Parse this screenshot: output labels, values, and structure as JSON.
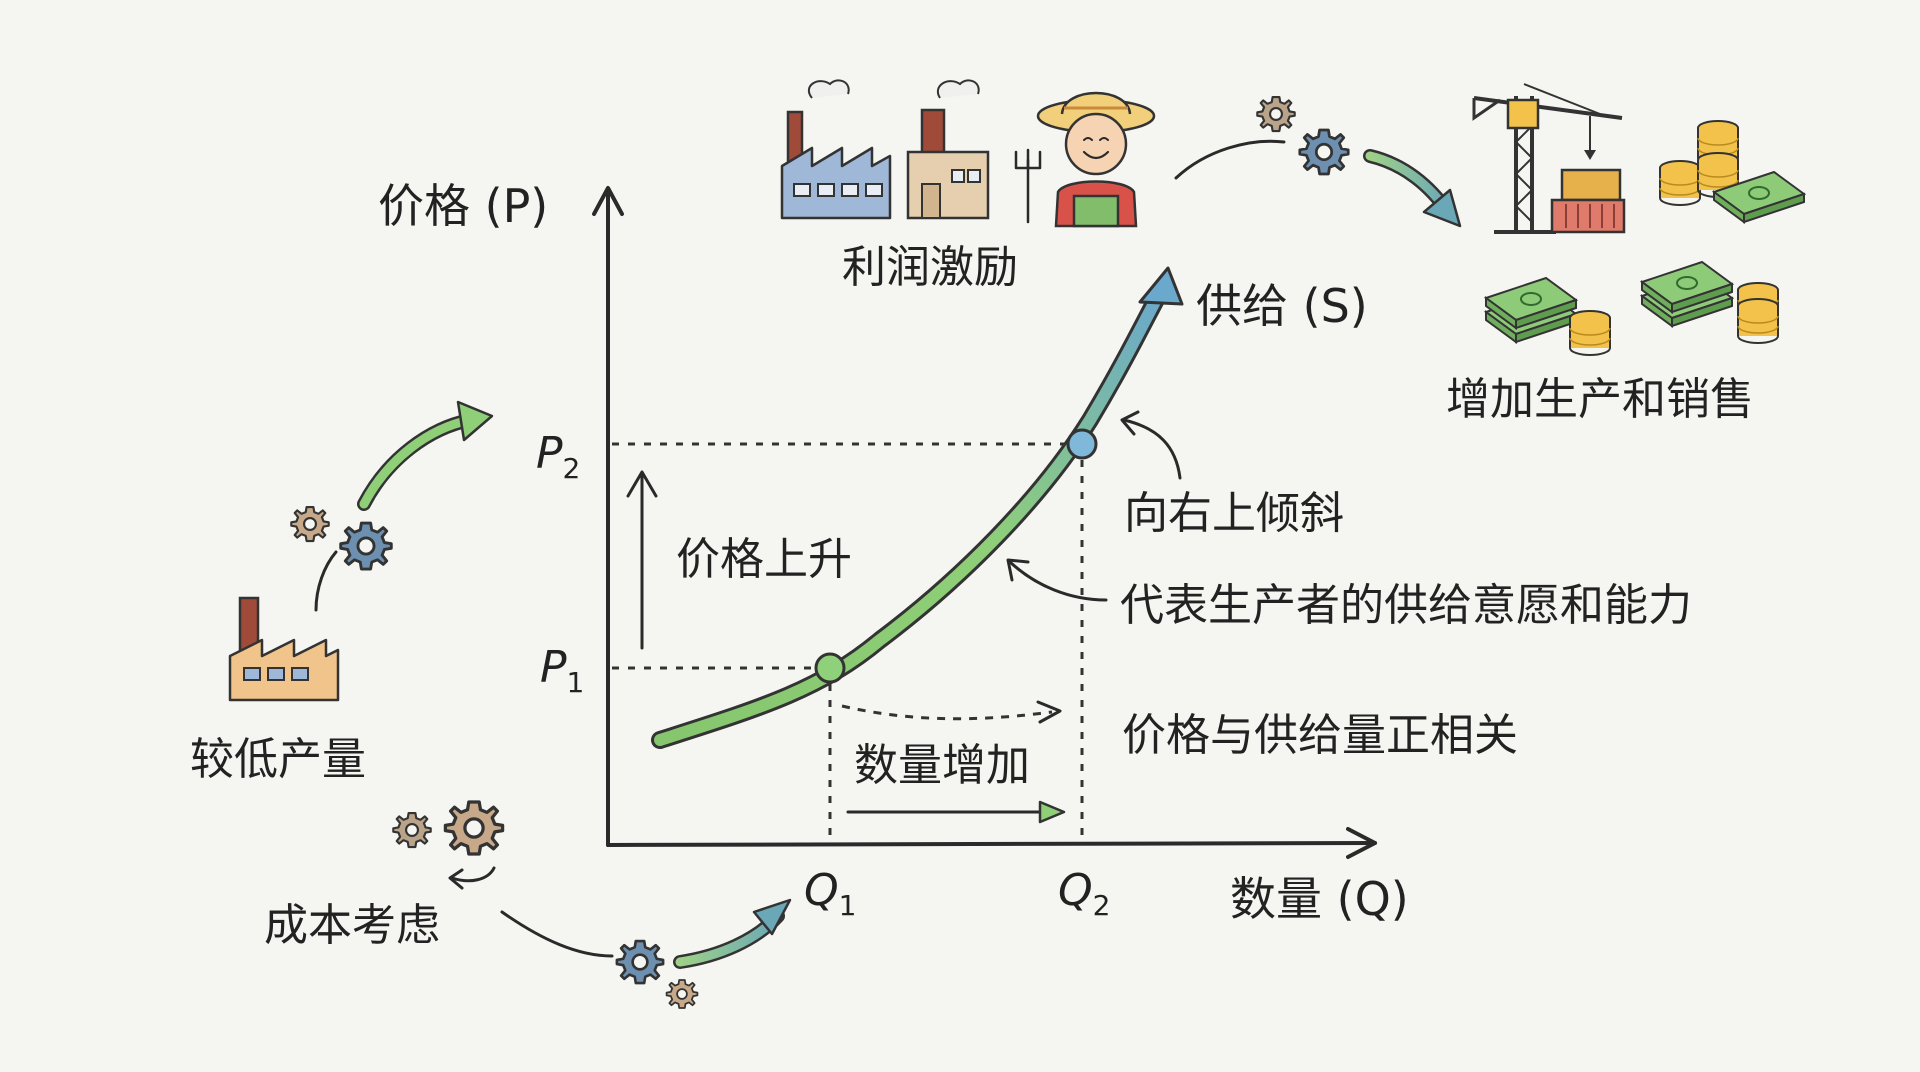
{
  "axes": {
    "y_label": "价格 (P)",
    "x_label": "数量 (Q)",
    "p1_letter": "P",
    "p1_sub": "1",
    "p2_letter": "P",
    "p2_sub": "2",
    "q1_letter": "Q",
    "q1_sub": "1",
    "q2_letter": "Q",
    "q2_sub": "2"
  },
  "curve": {
    "label": "供给 (S)"
  },
  "annotations": {
    "price_rise": "价格上升",
    "quantity_increase": "数量增加",
    "upward_slope": "向右上倾斜",
    "represents": "代表生产者的供给意愿和能力",
    "positive_relation": "价格与供给量正相关",
    "profit_incentive": "利润激励",
    "increase_production": "增加生产和销售",
    "lower_output": "较低产量",
    "cost_consideration": "成本考虑"
  },
  "colors": {
    "curve_start": "#7cc46a",
    "curve_end": "#6aa8c8",
    "dot_low": "#8fd07a",
    "dot_high": "#7fb8d8",
    "gear_blue": "#6d8fb0",
    "gear_tan": "#c7a98a",
    "factory_orange": "#f0c48a",
    "money_green": "#7bbf6b",
    "coin_gold": "#f2c24a"
  }
}
